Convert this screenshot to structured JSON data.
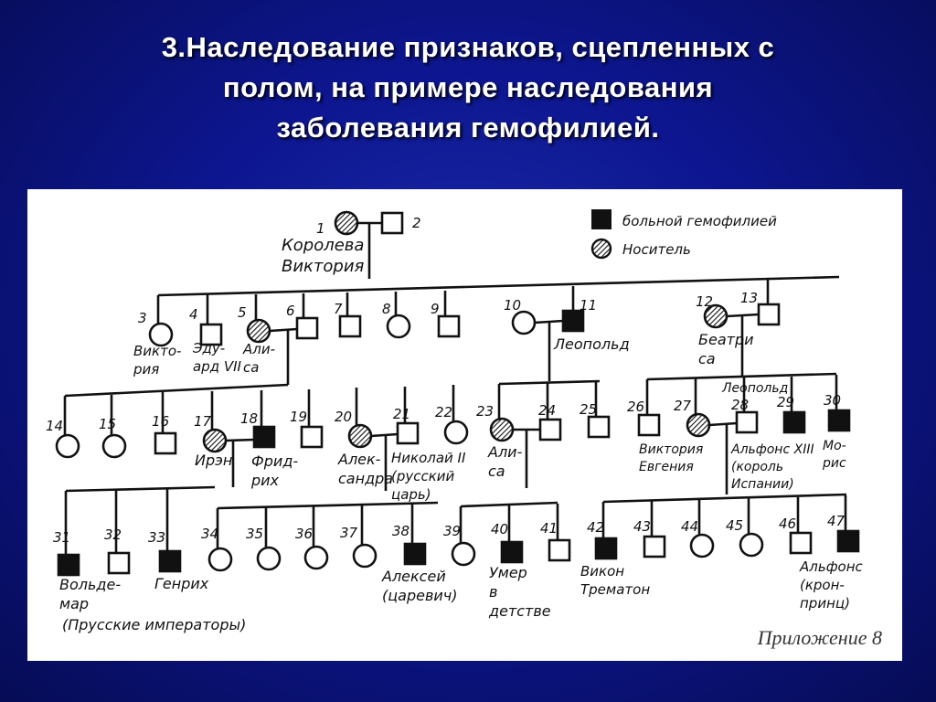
{
  "slide": {
    "title_lines": [
      "3.Наследование признаков, сцепленных с",
      "полом, на примере наследования",
      "заболевания гемофилией."
    ],
    "appendix": "Приложение 8"
  },
  "legend": {
    "affected": "больной гемофилией",
    "carrier": "Носитель"
  },
  "colors": {
    "background": "#0d1690",
    "panel": "#ffffff",
    "ink": "#111111",
    "title": "#ffffff"
  },
  "notes": {
    "queen": [
      "Королева",
      "Виктория"
    ],
    "leopold": "Леопольд",
    "beatrice": [
      "Беатри",
      "са"
    ],
    "victoria": [
      "Викто-",
      "рия"
    ],
    "edward": [
      "Эду-",
      "ард VII"
    ],
    "alice": [
      "Али-",
      "са"
    ],
    "leopold2": "Леопольд",
    "irene": "Ирэн",
    "friedrich": [
      "Фрид-",
      "рих"
    ],
    "alexandra": [
      "Алек-",
      "сандра"
    ],
    "nicholas": [
      "Николай II",
      "(русский",
      "царь)"
    ],
    "alisa23": [
      "Али-",
      "са"
    ],
    "victoria_eugenia": [
      "Виктория",
      "Евгения"
    ],
    "alfonso13": [
      "Альфонс XIII",
      "(король",
      "Испании)"
    ],
    "maurice": [
      "Мо-",
      "рис"
    ],
    "waldemar": [
      "Вольде-",
      "мар"
    ],
    "henry": "Генрих",
    "prussian": "(Прусские императоры)",
    "alexei": [
      "Алексей",
      "(царевич)"
    ],
    "died": [
      "Умер",
      "в",
      "детстве"
    ],
    "viscount": [
      "Викон",
      "Трематон"
    ],
    "alfonso47": [
      "Альфонс",
      "(крон-",
      "принц)"
    ]
  }
}
